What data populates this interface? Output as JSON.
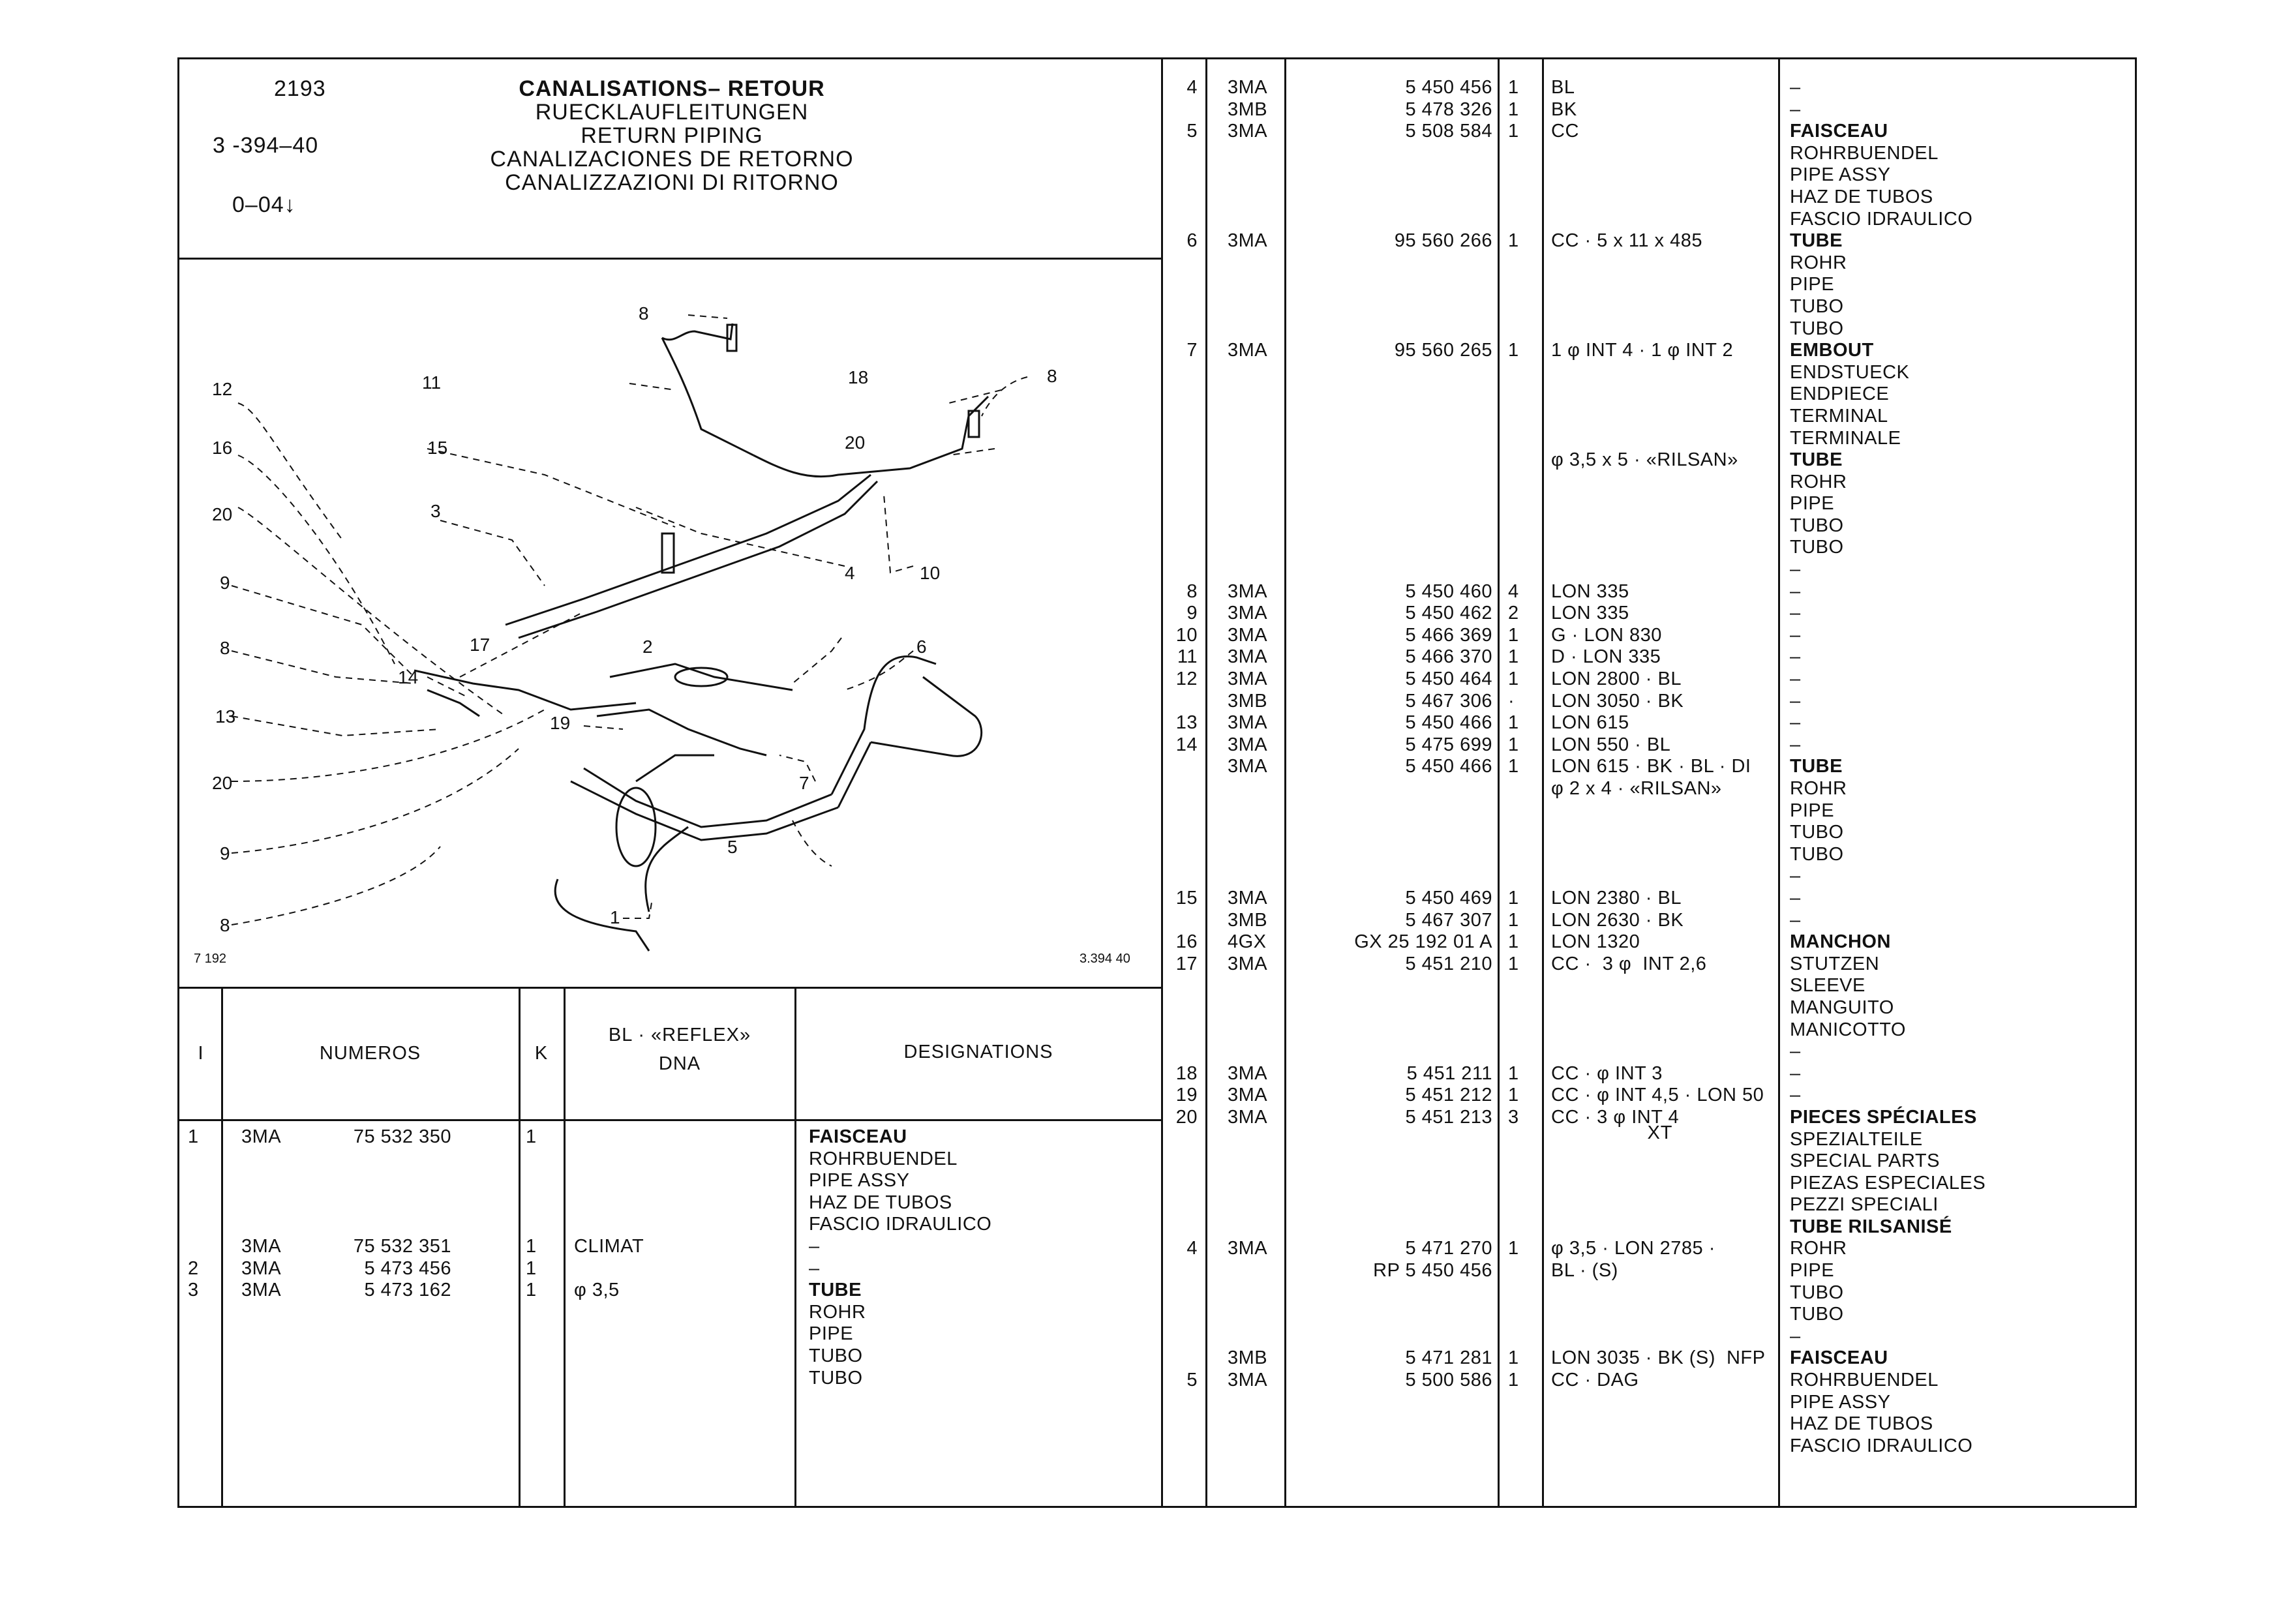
{
  "header": {
    "code": "2193",
    "ref": "3 -394–40",
    "rev": "0–04",
    "titles": [
      "CANALISATIONS– RETOUR",
      "RUECKLAUFLEITUNGEN",
      "RETURN PIPING",
      "CANALIZACIONES DE RETORNO",
      "CANALIZZAZIONI DI RITORNO"
    ]
  },
  "figure": {
    "left_code": "7 192",
    "right_code": "3.394 40",
    "callouts": [
      "8",
      "11",
      "12",
      "18",
      "8",
      "16",
      "15",
      "20",
      "20",
      "3",
      "4",
      "10",
      "9",
      "2",
      "6",
      "8",
      "17",
      "14",
      "13",
      "19",
      "20",
      "7",
      "5",
      "9",
      "8",
      "1"
    ]
  },
  "table_header": {
    "col_i": "I",
    "col_numeros": "NUMEROS",
    "col_k": "K",
    "col_bl_1": "BL · «REFLEX»",
    "col_bl_2": "DNA",
    "col_designations": "DESIGNATIONS"
  },
  "left_rows": {
    "idx": "1\n\n\n\n\n\n2\n3",
    "gr": "3MA\n\n\n\n\n3MA\n3MA\n3MA",
    "num": "75 532 350\n\n\n\n\n75 532 351\n5 473 456\n5 473 162",
    "k": "1\n\n\n\n\n1\n1\n1",
    "bl": "\n\n\n\n\nCLIMAT\n\nφ 3,5",
    "designations": [
      {
        "text": "FAISCEAU",
        "bold": true
      },
      {
        "text": "ROHRBUENDEL"
      },
      {
        "text": "PIPE ASSY"
      },
      {
        "text": "HAZ DE TUBOS"
      },
      {
        "text": "FASCIO IDRAULICO"
      },
      {
        "text": "–"
      },
      {
        "text": "–"
      },
      {
        "text": "TUBE",
        "bold": true
      },
      {
        "text": "ROHR"
      },
      {
        "text": "PIPE"
      },
      {
        "text": "TUBO"
      },
      {
        "text": "TUBO"
      }
    ]
  },
  "right_rows": {
    "idx": "4\n\n5\n\n\n\n\n6\n\n\n\n\n7\n\n\n\n\n\n\n\n\n\n\n8\n9\n10\n11\n12\n\n13\n14\n\n\n\n\n\n\n15\n\n16\n17\n\n\n\n\n18\n19\n20\n\n\n\n\n\n4\n\n\n\n\n\n5",
    "gr": "3MA\n3MB\n3MA\n\n\n\n\n3MA\n\n\n\n\n3MA\n\n\n\n\n\n\n\n\n\n\n3MA\n3MA\n3MA\n3MA\n3MA\n3MB\n3MA\n3MA\n3MA\n\n\n\n\n\n3MA\n3MB\n4GX\n3MA\n\n\n\n\n3MA\n3MA\n3MA\n\n\n\n\n\n3MA\n\n\n\n\n3MB\n3MA",
    "num": "5 450 456\n5 478 326\n5 508 584\n\n\n\n\n95 560 266\n\n\n\n\n95 560 265\n\n\n\n\n\n\n\n\n\n\n5 450 460\n5 450 462\n5 466 369\n5 466 370\n5 450 464\n5 467 306\n5 450 466\n5 475 699\n5 450 466\n\n\n\n\n\n5 450 469\n5 467 307\n GX 25 192 01 A\n5 451 210\n\n\n\n\n5 451 211\n5 451 212\n5 451 213\n\n\n\n\n\n5 471 270\n RP 5 450 456\n\n\n\n5 471 281\n5 500 586",
    "k": "1\n1\n1\n\n\n\n\n1\n\n\n\n\n1\n\n\n\n\n\n\n\n\n\n\n4\n2\n1\n1\n1\n·\n1\n1\n1\n\n\n\n\n\n1\n1\n1\n1\n\n\n\n\n1\n1\n3\n\n\n\n\n\n1\n\n\n\n\n1\n1",
    "bl": "BL\nBK\nCC\n\n\n\n\nCC · 5 x 11 x 485\n\n\n\n\n1 φ INT 4 · 1 φ INT 2\n\n\n\n\nφ 3,5 x 5 · «RILSAN»\n\n\n\n\n\nLON 335\nLON 335\nG · LON 830\nD · LON 335\nLON 2800 · BL\nLON 3050 · BK\nLON 615\nLON 550 · BL\nLON 615 · BK · BL · DI\nφ 2 x 4 · «RILSAN»\n\n\n\n\nLON 2380 · BL\nLON 2630 · BK\nLON 1320\nCC ·  3 φ  INT 2,6\n\n\n\n\nCC · φ INT 3\nCC · φ INT 4,5 · LON 50\nCC · 3 φ INT 4\n\n\n\n\n\nφ 3,5 · LON 2785 ·\nBL · (S)\n\n\n\nLON 3035 · BK (S)  NFP\nCC · DAG",
    "xt": "XT",
    "designations": [
      {
        "text": "–"
      },
      {
        "text": "–"
      },
      {
        "text": "FAISCEAU",
        "bold": true
      },
      {
        "text": "ROHRBUENDEL"
      },
      {
        "text": "PIPE ASSY"
      },
      {
        "text": "HAZ DE TUBOS"
      },
      {
        "text": "FASCIO IDRAULICO"
      },
      {
        "text": "TUBE",
        "bold": true
      },
      {
        "text": "ROHR"
      },
      {
        "text": "PIPE"
      },
      {
        "text": "TUBO"
      },
      {
        "text": "TUBO"
      },
      {
        "text": "EMBOUT",
        "bold": true
      },
      {
        "text": "ENDSTUECK"
      },
      {
        "text": "ENDPIECE"
      },
      {
        "text": "TERMINAL"
      },
      {
        "text": "TERMINALE"
      },
      {
        "text": "TUBE",
        "bold": true
      },
      {
        "text": "ROHR"
      },
      {
        "text": "PIPE"
      },
      {
        "text": "TUBO"
      },
      {
        "text": "TUBO"
      },
      {
        "text": "–"
      },
      {
        "text": "–"
      },
      {
        "text": "–"
      },
      {
        "text": "–"
      },
      {
        "text": "–"
      },
      {
        "text": "–"
      },
      {
        "text": "–"
      },
      {
        "text": "–"
      },
      {
        "text": "–"
      },
      {
        "text": "TUBE",
        "bold": true
      },
      {
        "text": "ROHR"
      },
      {
        "text": "PIPE"
      },
      {
        "text": "TUBO"
      },
      {
        "text": "TUBO"
      },
      {
        "text": "–"
      },
      {
        "text": "–"
      },
      {
        "text": "–"
      },
      {
        "text": "MANCHON",
        "bold": true
      },
      {
        "text": "STUTZEN"
      },
      {
        "text": "SLEEVE"
      },
      {
        "text": "MANGUITO"
      },
      {
        "text": "MANICOTTO"
      },
      {
        "text": "–"
      },
      {
        "text": "–"
      },
      {
        "text": "–"
      },
      {
        "text": "PIECES SPÉCIALES",
        "bold": true
      },
      {
        "text": "SPEZIALTEILE"
      },
      {
        "text": "SPECIAL PARTS"
      },
      {
        "text": "PIEZAS ESPECIALES"
      },
      {
        "text": "PEZZI SPECIALI"
      },
      {
        "text": "TUBE RILSANISÉ",
        "bold": true
      },
      {
        "text": "ROHR"
      },
      {
        "text": "PIPE"
      },
      {
        "text": "TUBO"
      },
      {
        "text": "TUBO"
      },
      {
        "text": "–"
      },
      {
        "text": "FAISCEAU",
        "bold": true
      },
      {
        "text": "ROHRBUENDEL"
      },
      {
        "text": "PIPE ASSY"
      },
      {
        "text": "HAZ DE TUBOS"
      },
      {
        "text": "FASCIO IDRAULICO"
      }
    ]
  }
}
